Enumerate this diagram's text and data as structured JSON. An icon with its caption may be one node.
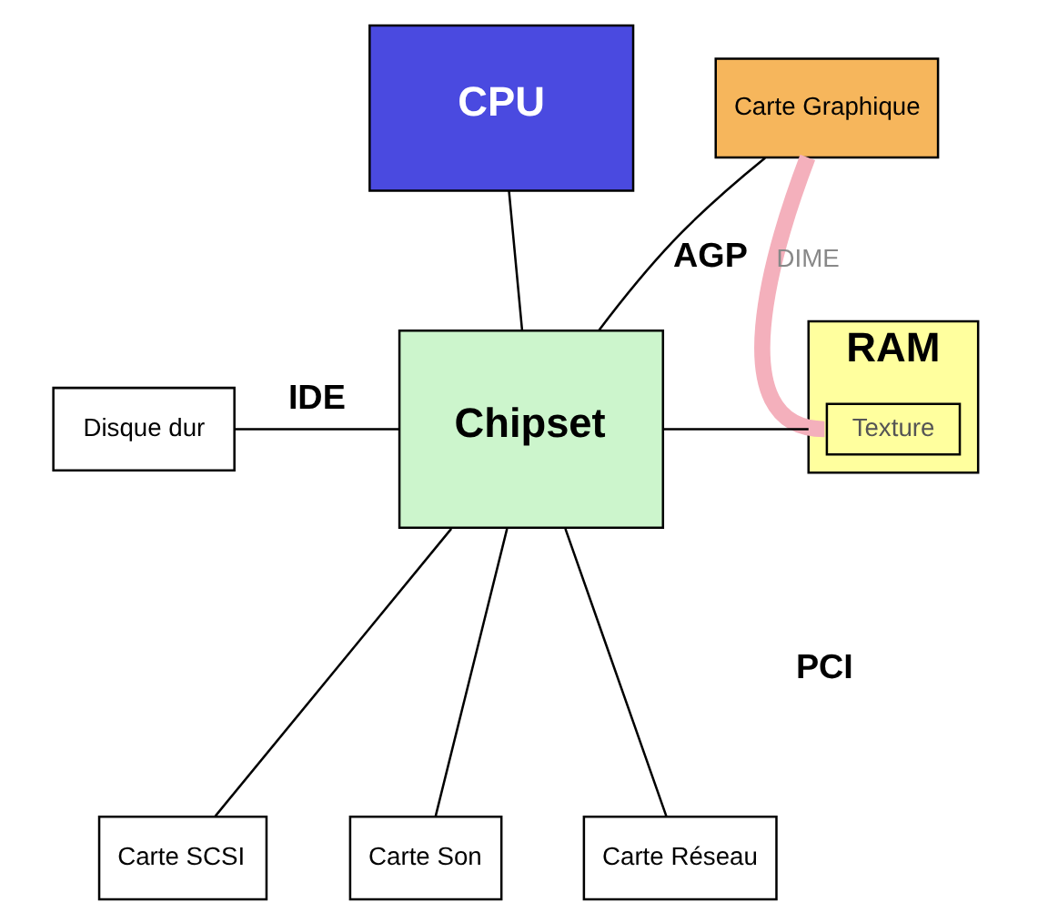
{
  "diagram": {
    "nodes": [
      {
        "text": [
          "CPU"
        ]
      },
      {
        "text": [
          "Carte Graphique"
        ]
      },
      {
        "text": [
          "Disque dur"
        ]
      },
      {
        "text": [
          "Chipset"
        ]
      },
      {
        "text": [
          "RAM"
        ]
      },
      {
        "text": [
          "Texture"
        ],
        "in": 4
      },
      {
        "text": [
          "Carte SCSI"
        ]
      },
      {
        "text": [
          "Carte Son"
        ]
      },
      {
        "text": [
          "Carte Réseau"
        ]
      }
    ],
    "edges": [
      {
        "from": 0,
        "to": 3,
        "arrow": "none"
      },
      {
        "from": 1,
        "to": 3,
        "arrow": "none",
        "label": "AGP"
      },
      {
        "from": 2,
        "to": 3,
        "arrow": "none",
        "label": "IDE"
      },
      {
        "from": 3,
        "to": 4,
        "arrow": "none"
      },
      {
        "from": 1,
        "to": 5,
        "arrow": "none",
        "label": "DIME",
        "style": "thick",
        "color": "#f4b0bc"
      },
      {
        "from": 3,
        "to": 6,
        "arrow": "none"
      },
      {
        "from": 3,
        "to": 7,
        "arrow": "none"
      },
      {
        "from": 3,
        "to": 8,
        "arrow": "none"
      }
    ],
    "labels": [
      "PCI"
    ]
  }
}
